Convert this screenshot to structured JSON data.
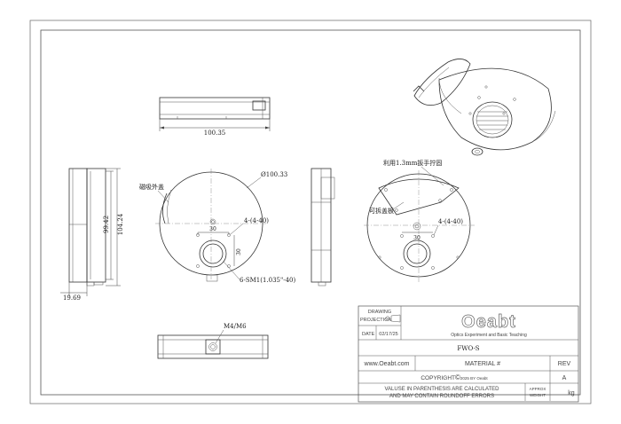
{
  "dimensions": {
    "top_view_width": "100.35",
    "diameter": "Ø100.33",
    "side_height_inner": "99.42",
    "side_height_outer": "104.24",
    "side_width": "19.69",
    "front_hole_spec": "4-(4-40)",
    "front_dim_h": "30",
    "front_dim_v": "30",
    "front_thread_spec": "6-SM1(1.035\"-40)",
    "back_hole_spec": "4-(4-40)",
    "back_dim_h": "30",
    "bottom_thread_spec": "M4/M6"
  },
  "annotations": {
    "magnetic_cover": "磁吸外盖",
    "wrench_note": "利用1.3mm扳手拧固",
    "removable_cover": "可拆盖板"
  },
  "title_block": {
    "drawing_label": "DRAWING",
    "projection_label": "PROJECTION",
    "date_label": "DATE",
    "date_value": "02/17/25",
    "brand": "Oeabt",
    "brand_tagline": "Optics Experiment and Basic Teaching",
    "part_number": "FWO-S",
    "website": "www.Oeabt.com",
    "material_label": "MATERIAL #",
    "rev_label": "REV",
    "rev_value": "A",
    "copyright_text": "COPYRIGHT",
    "copyright_symbol": "©",
    "copyright_year": "2025 BY Oeabt",
    "values_note_line1": "VALUSE IN PARENTHESIS ARE CALCULATED",
    "values_note_line2": "AND MAY CONTAIN ROUNDOFF ERRORS",
    "approx_label": "APPROX",
    "weight_label": "WEIGHT",
    "weight_unit": "kg"
  },
  "colors": {
    "line": "#333333",
    "border": "#555555",
    "background": "#ffffff"
  }
}
